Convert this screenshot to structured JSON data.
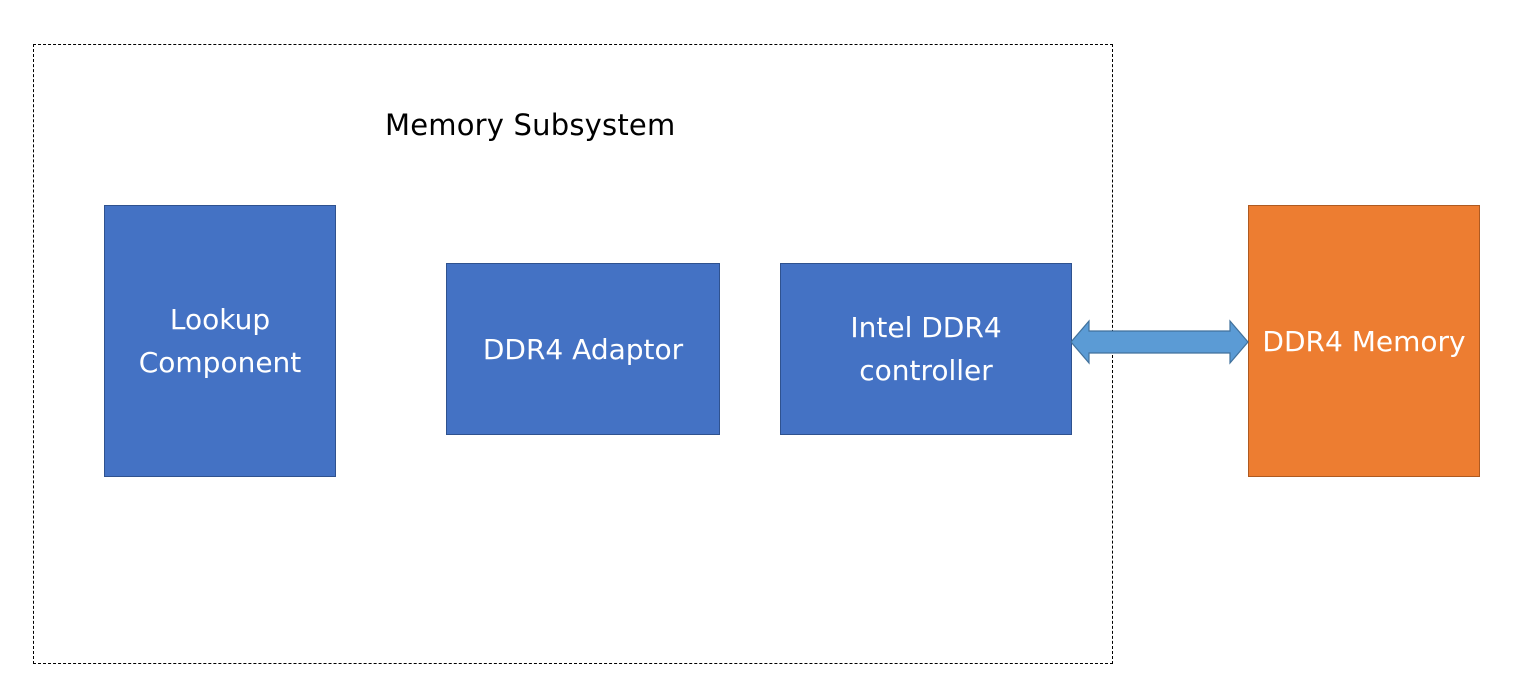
{
  "diagram": {
    "boundary": {
      "label": "Memory Subsystem",
      "style": "dashed"
    },
    "blocks": [
      {
        "id": "lookup",
        "label": "Lookup Component",
        "color": "#4472c4",
        "border": "#2f528f"
      },
      {
        "id": "adaptor",
        "label": "DDR4 Adaptor",
        "color": "#4472c4",
        "border": "#2f528f"
      },
      {
        "id": "controller",
        "label": "Intel DDR4 controller",
        "color": "#4472c4",
        "border": "#2f528f"
      },
      {
        "id": "memory",
        "label": "DDR4 Memory",
        "color": "#ed7d31",
        "border": "#ae5a21"
      }
    ],
    "connections": [
      {
        "from": "controller",
        "to": "memory",
        "type": "bidirectional",
        "color": "#5b9bd5",
        "outline": "#41719c"
      }
    ]
  }
}
